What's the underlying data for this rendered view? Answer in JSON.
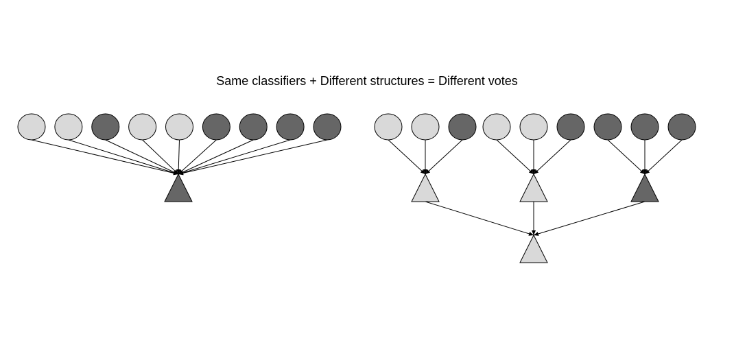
{
  "title": "Same classifiers + Different structures = Different votes",
  "colors": {
    "light": "#d9d9d9",
    "dark": "#666666",
    "stroke": "#000000"
  },
  "left_diagram": {
    "classifier_votes": [
      "light",
      "light",
      "dark",
      "light",
      "light",
      "dark",
      "dark",
      "dark",
      "dark"
    ],
    "result": "dark"
  },
  "right_diagram": {
    "groups": [
      {
        "classifier_votes": [
          "light",
          "light",
          "dark"
        ],
        "result": "light"
      },
      {
        "classifier_votes": [
          "light",
          "light",
          "dark"
        ],
        "result": "light"
      },
      {
        "classifier_votes": [
          "dark",
          "dark",
          "dark"
        ],
        "result": "dark"
      }
    ],
    "final_result": "light"
  }
}
